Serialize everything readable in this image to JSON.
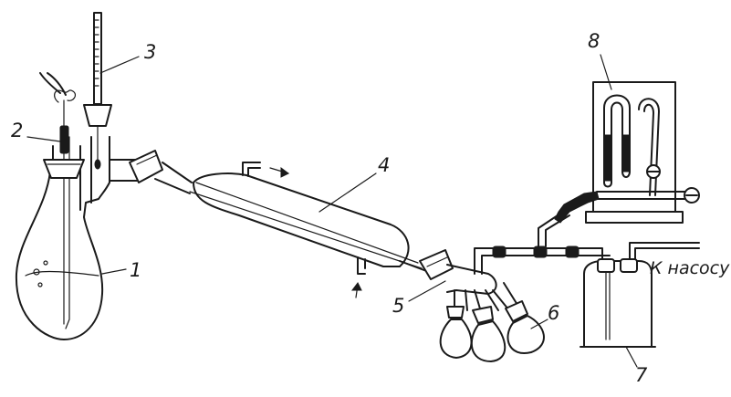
{
  "labels": {
    "flask": "1",
    "capillary": "2",
    "thermometer": "3",
    "condenser": "4",
    "allonge": "5",
    "receivers": "6",
    "trap": "7",
    "manometer": "8"
  },
  "pump_note": "К насосу"
}
